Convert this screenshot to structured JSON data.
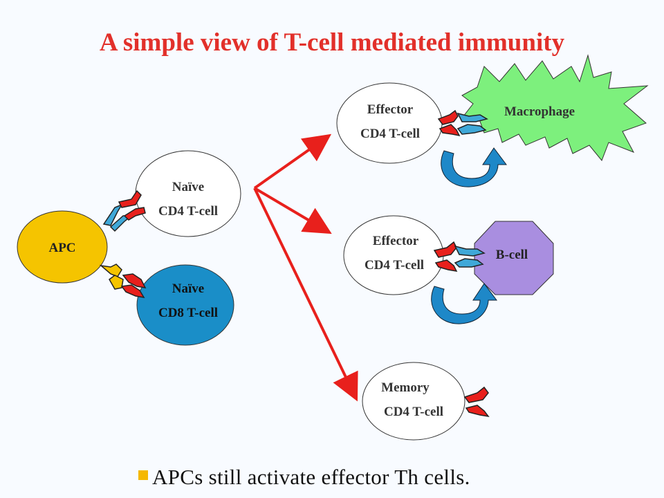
{
  "title": "A simple view of T-cell mediated immunity",
  "cells": {
    "apc": "APC",
    "naive_cd4": {
      "line1": "Naïve",
      "line2": "CD4 T-cell"
    },
    "naive_cd8": {
      "line1": "Naïve",
      "line2": "CD8 T-cell"
    },
    "effector_cd4_top": {
      "line1": "Effector",
      "line2": "CD4 T-cell"
    },
    "effector_cd4_mid": {
      "line1": "Effector",
      "line2": "CD4 T-cell"
    },
    "memory_cd4": {
      "line1": "Memory",
      "line2": "CD4 T-cell"
    },
    "macrophage": "Macrophage",
    "bcell": "B-cell"
  },
  "bullet": "APCs still activate effector Th cells.",
  "colors": {
    "title": "#e2302a",
    "apc": "#f5c400",
    "naive_cd8": "#1a8ec8",
    "macrophage": "#7df07d",
    "bcell": "#a98ee0",
    "arrow": "#e8201c",
    "receptor_red": "#e8201c",
    "receptor_blue": "#3fa8d8",
    "recycle_arrow": "#1e88c8",
    "bullet_marker": "#f5b800"
  }
}
